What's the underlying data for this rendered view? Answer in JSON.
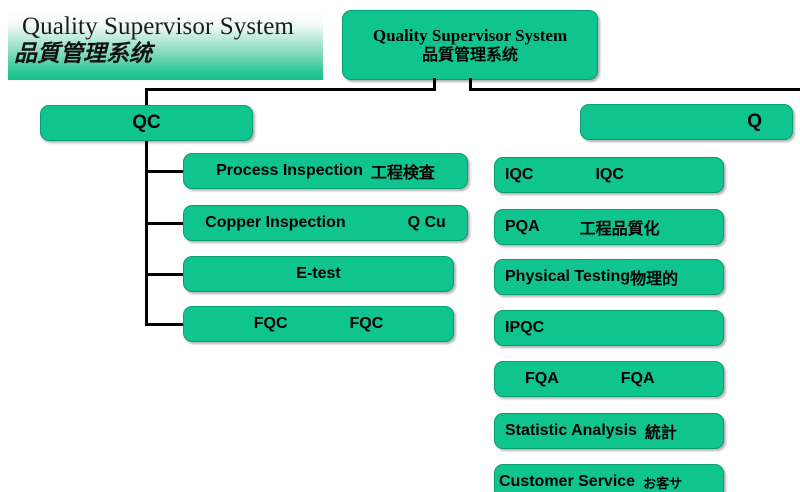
{
  "page": {
    "background_color": "#ffffff",
    "node_fill_color": "#0FC48E",
    "node_border_color": "#0a9d72",
    "line_color": "#000000"
  },
  "header": {
    "title_en": "Quality Supervisor System",
    "title_cn": "品質管理系统"
  },
  "root": {
    "title_en": "Quality Supervisor System",
    "title_cn": "品質管理系统"
  },
  "branches": {
    "qc": {
      "label": "QC",
      "children": [
        {
          "label_en": "Process Inspection",
          "label_cn": "工程検査"
        },
        {
          "label_en": "Copper Inspection",
          "label_cn": "Q Cu"
        },
        {
          "label_en": "E-test",
          "label_cn": ""
        },
        {
          "label_en": "FQC",
          "label_cn": "FQC"
        }
      ]
    },
    "qa": {
      "label": "Q",
      "children": [
        {
          "label_en": "IQC",
          "label_cn": "IQC"
        },
        {
          "label_en": "PQA",
          "label_cn": "工程品質化"
        },
        {
          "label_en": "Physical Testing",
          "label_cn": "物理的"
        },
        {
          "label_en": "IPQC",
          "label_cn": ""
        },
        {
          "label_en": "FQA",
          "label_cn": "FQA"
        },
        {
          "label_en": "Statistic Analysis",
          "label_cn": "統計"
        },
        {
          "label_en": "Customer Service",
          "label_cn": "お客サ"
        }
      ]
    }
  }
}
